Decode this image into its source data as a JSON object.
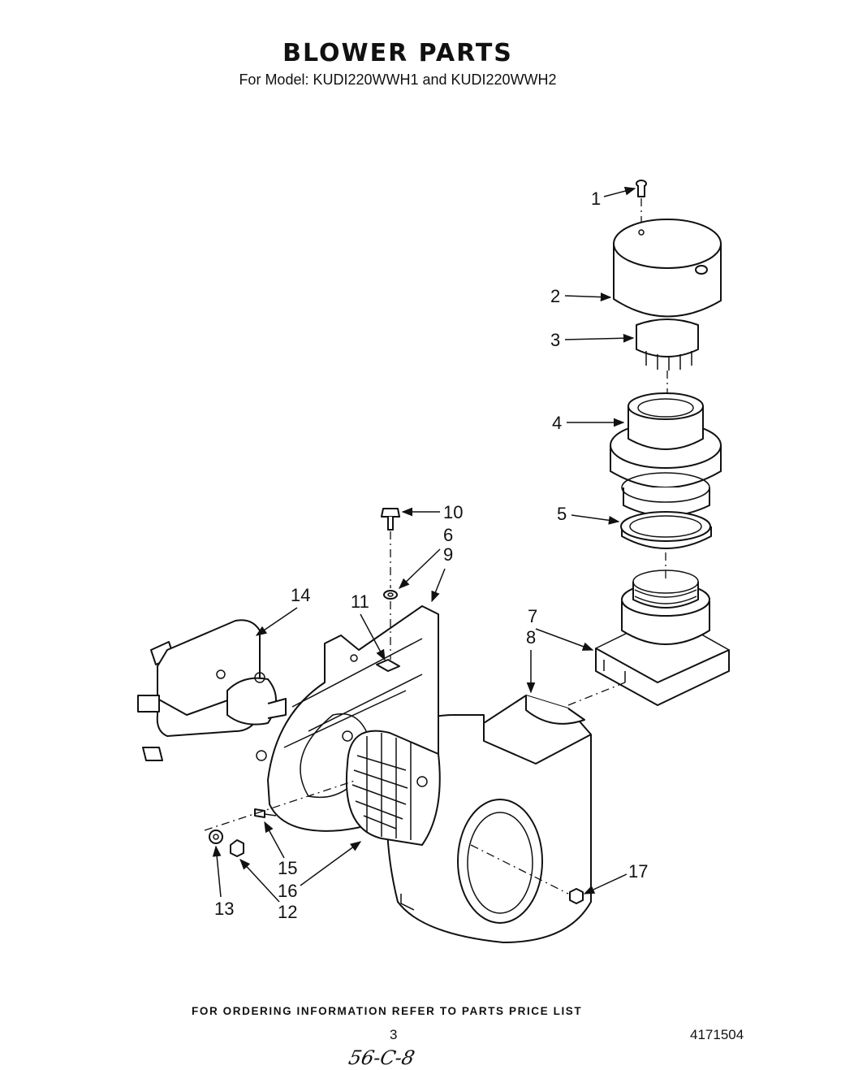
{
  "header": {
    "title": "BLOWER PARTS",
    "subtitle": "For Model: KUDI220WWH1 and KUDI220WWH2"
  },
  "callouts": [
    "1",
    "2",
    "3",
    "4",
    "5",
    "6",
    "7",
    "8",
    "9",
    "10",
    "11",
    "12",
    "13",
    "14",
    "15",
    "16",
    "17"
  ],
  "footer": {
    "ordering_note": "FOR ORDERING INFORMATION REFER TO PARTS PRICE LIST",
    "page_number": "3",
    "document_number": "4171504",
    "handwritten_note": "56-C-8"
  }
}
